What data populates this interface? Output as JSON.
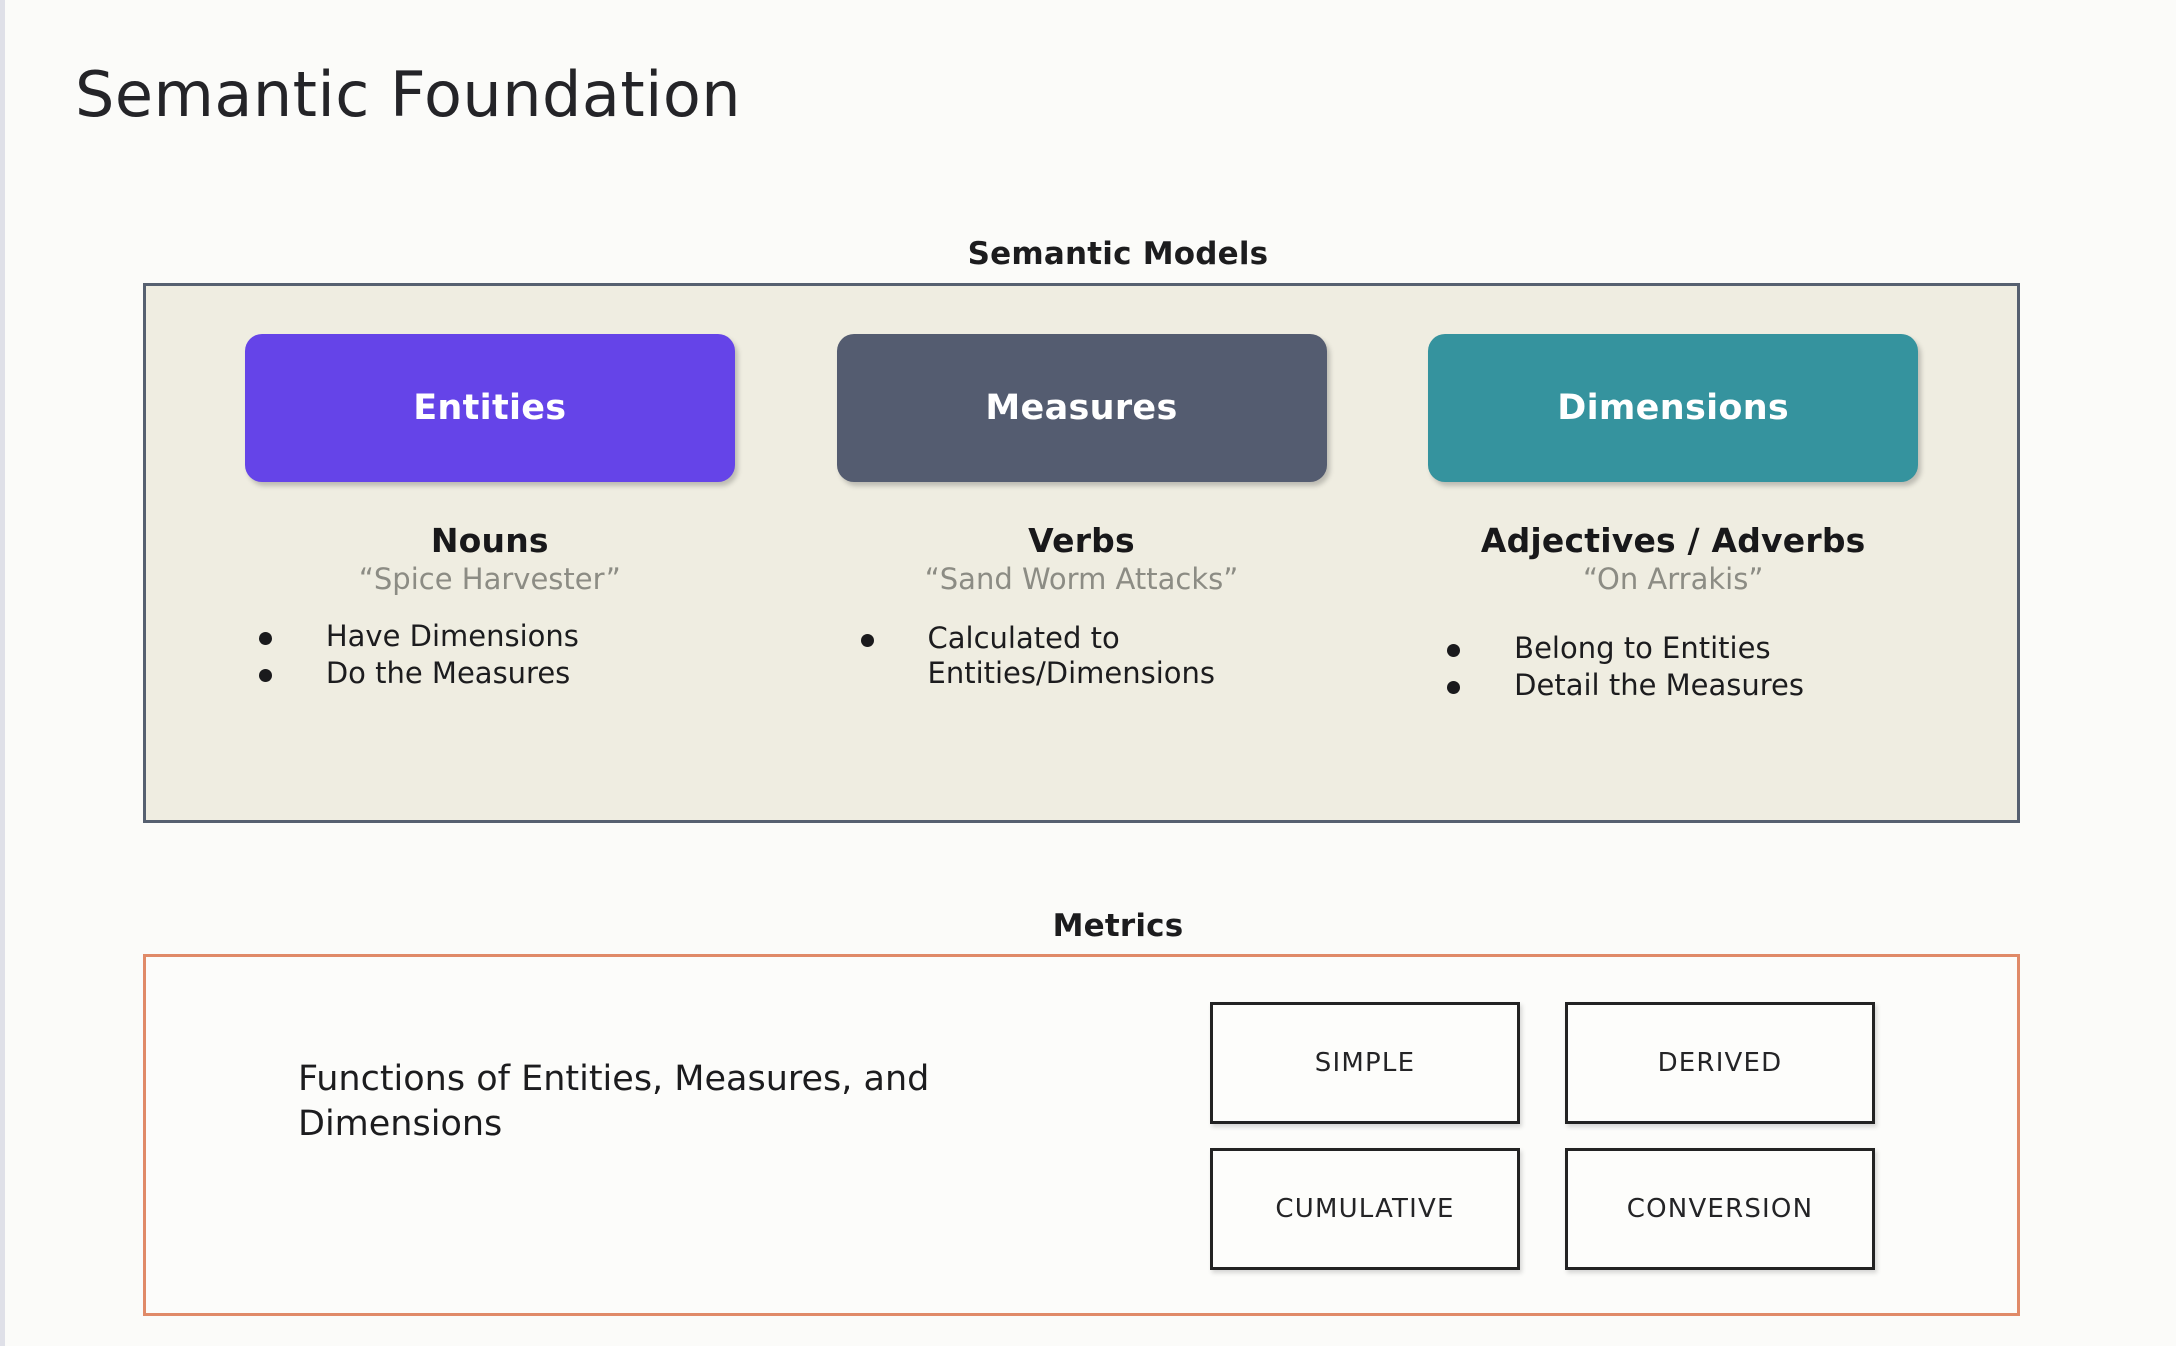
{
  "page": {
    "title": "Semantic Foundation",
    "background_color": "#fbfbf9"
  },
  "semantic_models": {
    "heading": "Semantic Models",
    "panel_background": "#efede1",
    "panel_border_color": "#566070",
    "columns": [
      {
        "chip_label": "Entities",
        "chip_color": "#6544e8",
        "part_of_speech": "Nouns",
        "example": "“Spice Harvester”",
        "bullets": [
          "Have Dimensions",
          "Do the Measures"
        ]
      },
      {
        "chip_label": "Measures",
        "chip_color": "#545c70",
        "part_of_speech": "Verbs",
        "example": "“Sand Worm Attacks”",
        "bullets": [
          "Calculated to Entities/Dimensions"
        ]
      },
      {
        "chip_label": "Dimensions",
        "chip_color": "#35939e",
        "part_of_speech": "Adjectives / Adverbs",
        "example": "“On Arrakis”",
        "bullets": [
          "Belong to Entities",
          "Detail the Measures"
        ]
      }
    ]
  },
  "metrics": {
    "heading": "Metrics",
    "panel_border_color": "#e08a68",
    "description": "Functions of Entities, Measures, and Dimensions",
    "types": [
      "SIMPLE",
      "DERIVED",
      "CUMULATIVE",
      "CONVERSION"
    ]
  }
}
